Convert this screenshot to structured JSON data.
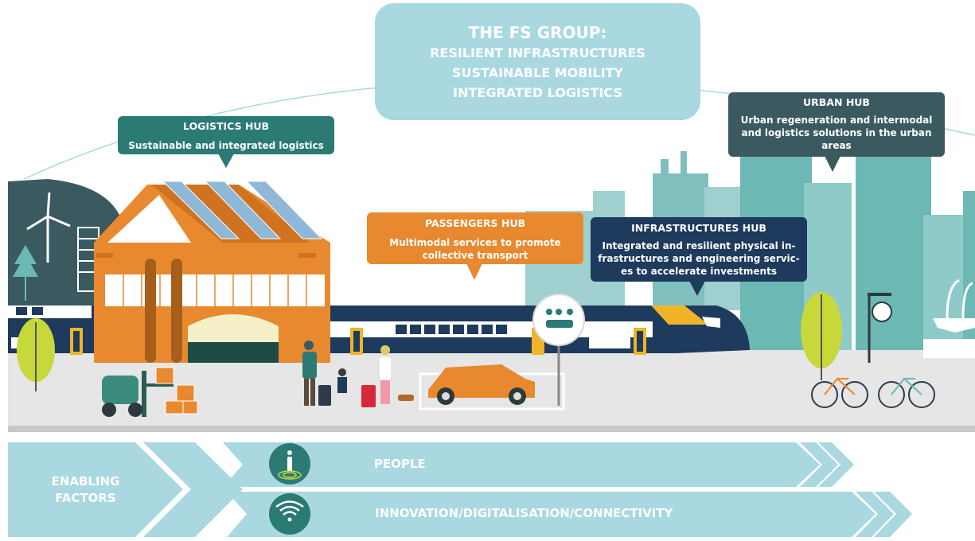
{
  "title": {
    "heading": "THE FS GROUP:",
    "lines": [
      "RESILIENT INFRASTRUCTURES",
      "SUSTAINABLE MOBILITY",
      "INTEGRATED LOGISTICS"
    ]
  },
  "callouts": {
    "logistics": {
      "title": "LOGISTICS HUB",
      "text": "Sustainable and integrated logistics"
    },
    "passengers": {
      "title": "PASSENGERS HUB",
      "text_lines": [
        "Multimodal services to promote",
        "collective transport"
      ]
    },
    "infrastructures": {
      "title": "INFRASTRUCTURES HUB",
      "text_lines": [
        "Integrated and resilient physical in-",
        "frastructures and engineering servic-",
        "es to accelerate investments"
      ]
    },
    "urban": {
      "title": "URBAN HUB",
      "text_lines": [
        "Urban regeneration and intermodal",
        "and logistics solutions in the urban",
        "areas"
      ]
    }
  },
  "enabling": {
    "label_lines": [
      "ENABLING",
      "FACTORS"
    ],
    "people": "PEOPLE",
    "innovation": "INNOVATION/DIGITALISATION/CONNECTIVITY"
  },
  "icons": [
    "wind-turbine-icon",
    "tree-icon",
    "person-icon",
    "wifi-icon",
    "location-pin-icon",
    "clock-icon",
    "bicycle-icon",
    "forklift-icon"
  ],
  "colors": {
    "teal_dark": "#2b7a74",
    "navy": "#1e3a5c",
    "orange": "#e8892f",
    "light_blue": "#a9d8e0",
    "city_teal": "#6cb8b4",
    "slate": "#3b5a60",
    "lime": "#c7d93a"
  }
}
